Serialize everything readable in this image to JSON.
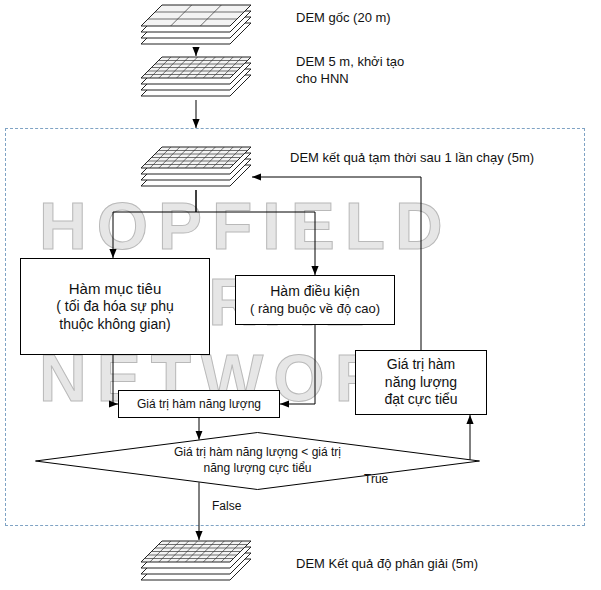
{
  "diagram": {
    "nodes": [
      {
        "text": [
          "DEM gốc (20 m)"
        ]
      },
      {
        "text": [
          "DEM 5 m, khởi tạo cho HNN"
        ]
      },
      {
        "text": [
          "HOPFIELD NEURAL NETWORK"
        ]
      },
      {
        "text": [
          "DEM kết quả tạm thời sau 1 lần chạy (5m)"
        ],
        "in": 2
      },
      {
        "text": [
          "Hàm mục tiêu",
          "( tối đa hóa sự phụ thuộc không gian)"
        ],
        "in": 2
      },
      {
        "text": [
          "Hàm điều kiện",
          "( ràng buộc về độ cao)"
        ],
        "in": 2
      },
      {
        "text": [
          "Giá trị hàm năng lượng đạt cực tiểu"
        ],
        "in": 2
      },
      {
        "text": [
          "Giá trị hàm năng lượng"
        ],
        "in": 2
      },
      {
        "text": [
          "Giá trị hàm năng lượng < giá trị năng lượng cực tiểu"
        ],
        "in": 2
      },
      {
        "text": [
          "DEM Kết quả độ phân giải (5m)"
        ]
      }
    ],
    "edges": [
      {
        "from": 0,
        "to": 1,
        "arrow": "to"
      },
      {
        "from": 1,
        "to": 2,
        "arrow": "to"
      },
      {
        "from": 3,
        "to": 4,
        "arrow": "to"
      },
      {
        "from": 3,
        "to": 5,
        "arrow": "to"
      },
      {
        "from": 4,
        "to": 7,
        "arrow": "to"
      },
      {
        "from": 5,
        "to": 7,
        "arrow": "to"
      },
      {
        "from": 7,
        "to": 8,
        "arrow": "to"
      },
      {
        "from": 8,
        "to": 6,
        "label": "True",
        "arrow": "to"
      },
      {
        "from": 6,
        "to": 3,
        "arrow": "to"
      },
      {
        "from": 8,
        "to": 9,
        "label": "False",
        "arrow": "to"
      }
    ]
  }
}
